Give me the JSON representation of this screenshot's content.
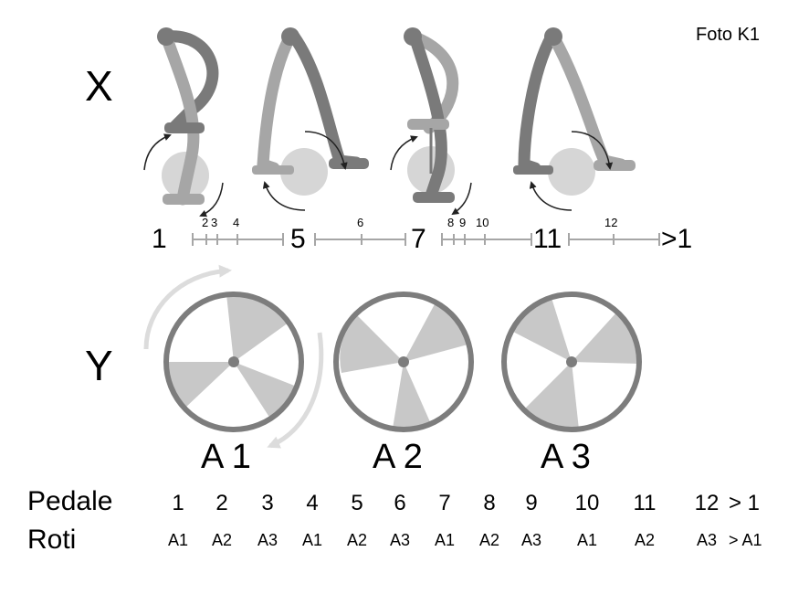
{
  "caption": "Foto K1",
  "row_x": {
    "label": "X",
    "poses": [
      "1",
      "5",
      "7",
      "11"
    ],
    "end_label": ">1",
    "timeline_ticks": [
      "2",
      "3",
      "4",
      "6",
      "8",
      "9",
      "10",
      "12"
    ]
  },
  "row_y": {
    "label": "Y",
    "wheels": [
      "A 1",
      "A 2",
      "A 3"
    ]
  },
  "table": {
    "row1_label": "Pedale",
    "row1": [
      "1",
      "2",
      "3",
      "4",
      "5",
      "6",
      "7",
      "8",
      "9",
      "10",
      "11",
      "12",
      "> 1"
    ],
    "row2_label": "Roti",
    "row2": [
      "A1",
      "A2",
      "A3",
      "A1",
      "A2",
      "A3",
      "A1",
      "A2",
      "A3",
      "A1",
      "A2",
      "A3",
      "> A1"
    ]
  },
  "colors": {
    "light": "#a6a6a6",
    "dark": "#7a7a7a",
    "circle": "#d6d6d6",
    "rim": "#7d7d7d",
    "sector": "#c8c8c8",
    "arrow": "#222222",
    "guide": "#dcdcdc"
  }
}
